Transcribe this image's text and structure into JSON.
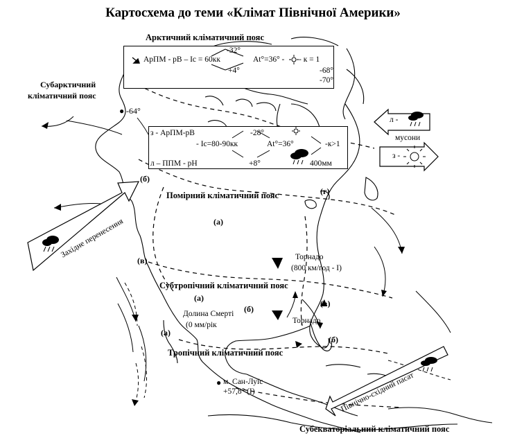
{
  "title": "Картосхема до теми «Клімат Північної Америки»",
  "belts": {
    "arctic": "Арктичний кліматичний пояс",
    "subarctic_1": "Субарктичний",
    "subarctic_2": "кліматичний пояс",
    "temperate": "Помірний кліматичний пояс",
    "subtropical": "Субтропічний кліматичний пояс",
    "tropical": "Тропічний кліматичний пояс",
    "subequatorial": "Субекваторіальний кліматичний пояс"
  },
  "arctic_box": {
    "formula": "АрПМ - рВ – Іс = 60кк",
    "t_high": "-32°",
    "t_low": "+4°",
    "at": "Аt°=36° -",
    "k": "- к = 1",
    "t2": "-68°",
    "t3": "-70°"
  },
  "temperate_box": {
    "winter": "з - АрПМ-рВ",
    "summer": "л – ППМ - рН",
    "ic": "- Іс=80-90кк",
    "t_high": "-28°",
    "t_low": "+8°",
    "at": "Аt°=36°",
    "k": "-к>1",
    "precip": "400мм"
  },
  "regions": {
    "b1": "(б)",
    "g": "(г)",
    "a1": "(а)",
    "v1": "(в)",
    "a2": "(а)",
    "b2": "(б)",
    "v2": "(в)",
    "a3": "(а)",
    "b3": "(б)"
  },
  "points": {
    "cold": "-64°",
    "death_valley_1": "Долина Смерті",
    "death_valley_2": "(0 мм/рік",
    "san_luis": "м. Сан-Луїс",
    "san_luis_temp": "+57,8° (І)"
  },
  "tornado": {
    "label1": "Торнадо",
    "speed": "(800 км/год - І)",
    "label2": "Торнадо"
  },
  "winds": {
    "westerlies": "Західне перенесення",
    "monsoons": "мусони",
    "summer": "л -",
    "winter": "з -",
    "trades": "Північно-східний пасат"
  }
}
